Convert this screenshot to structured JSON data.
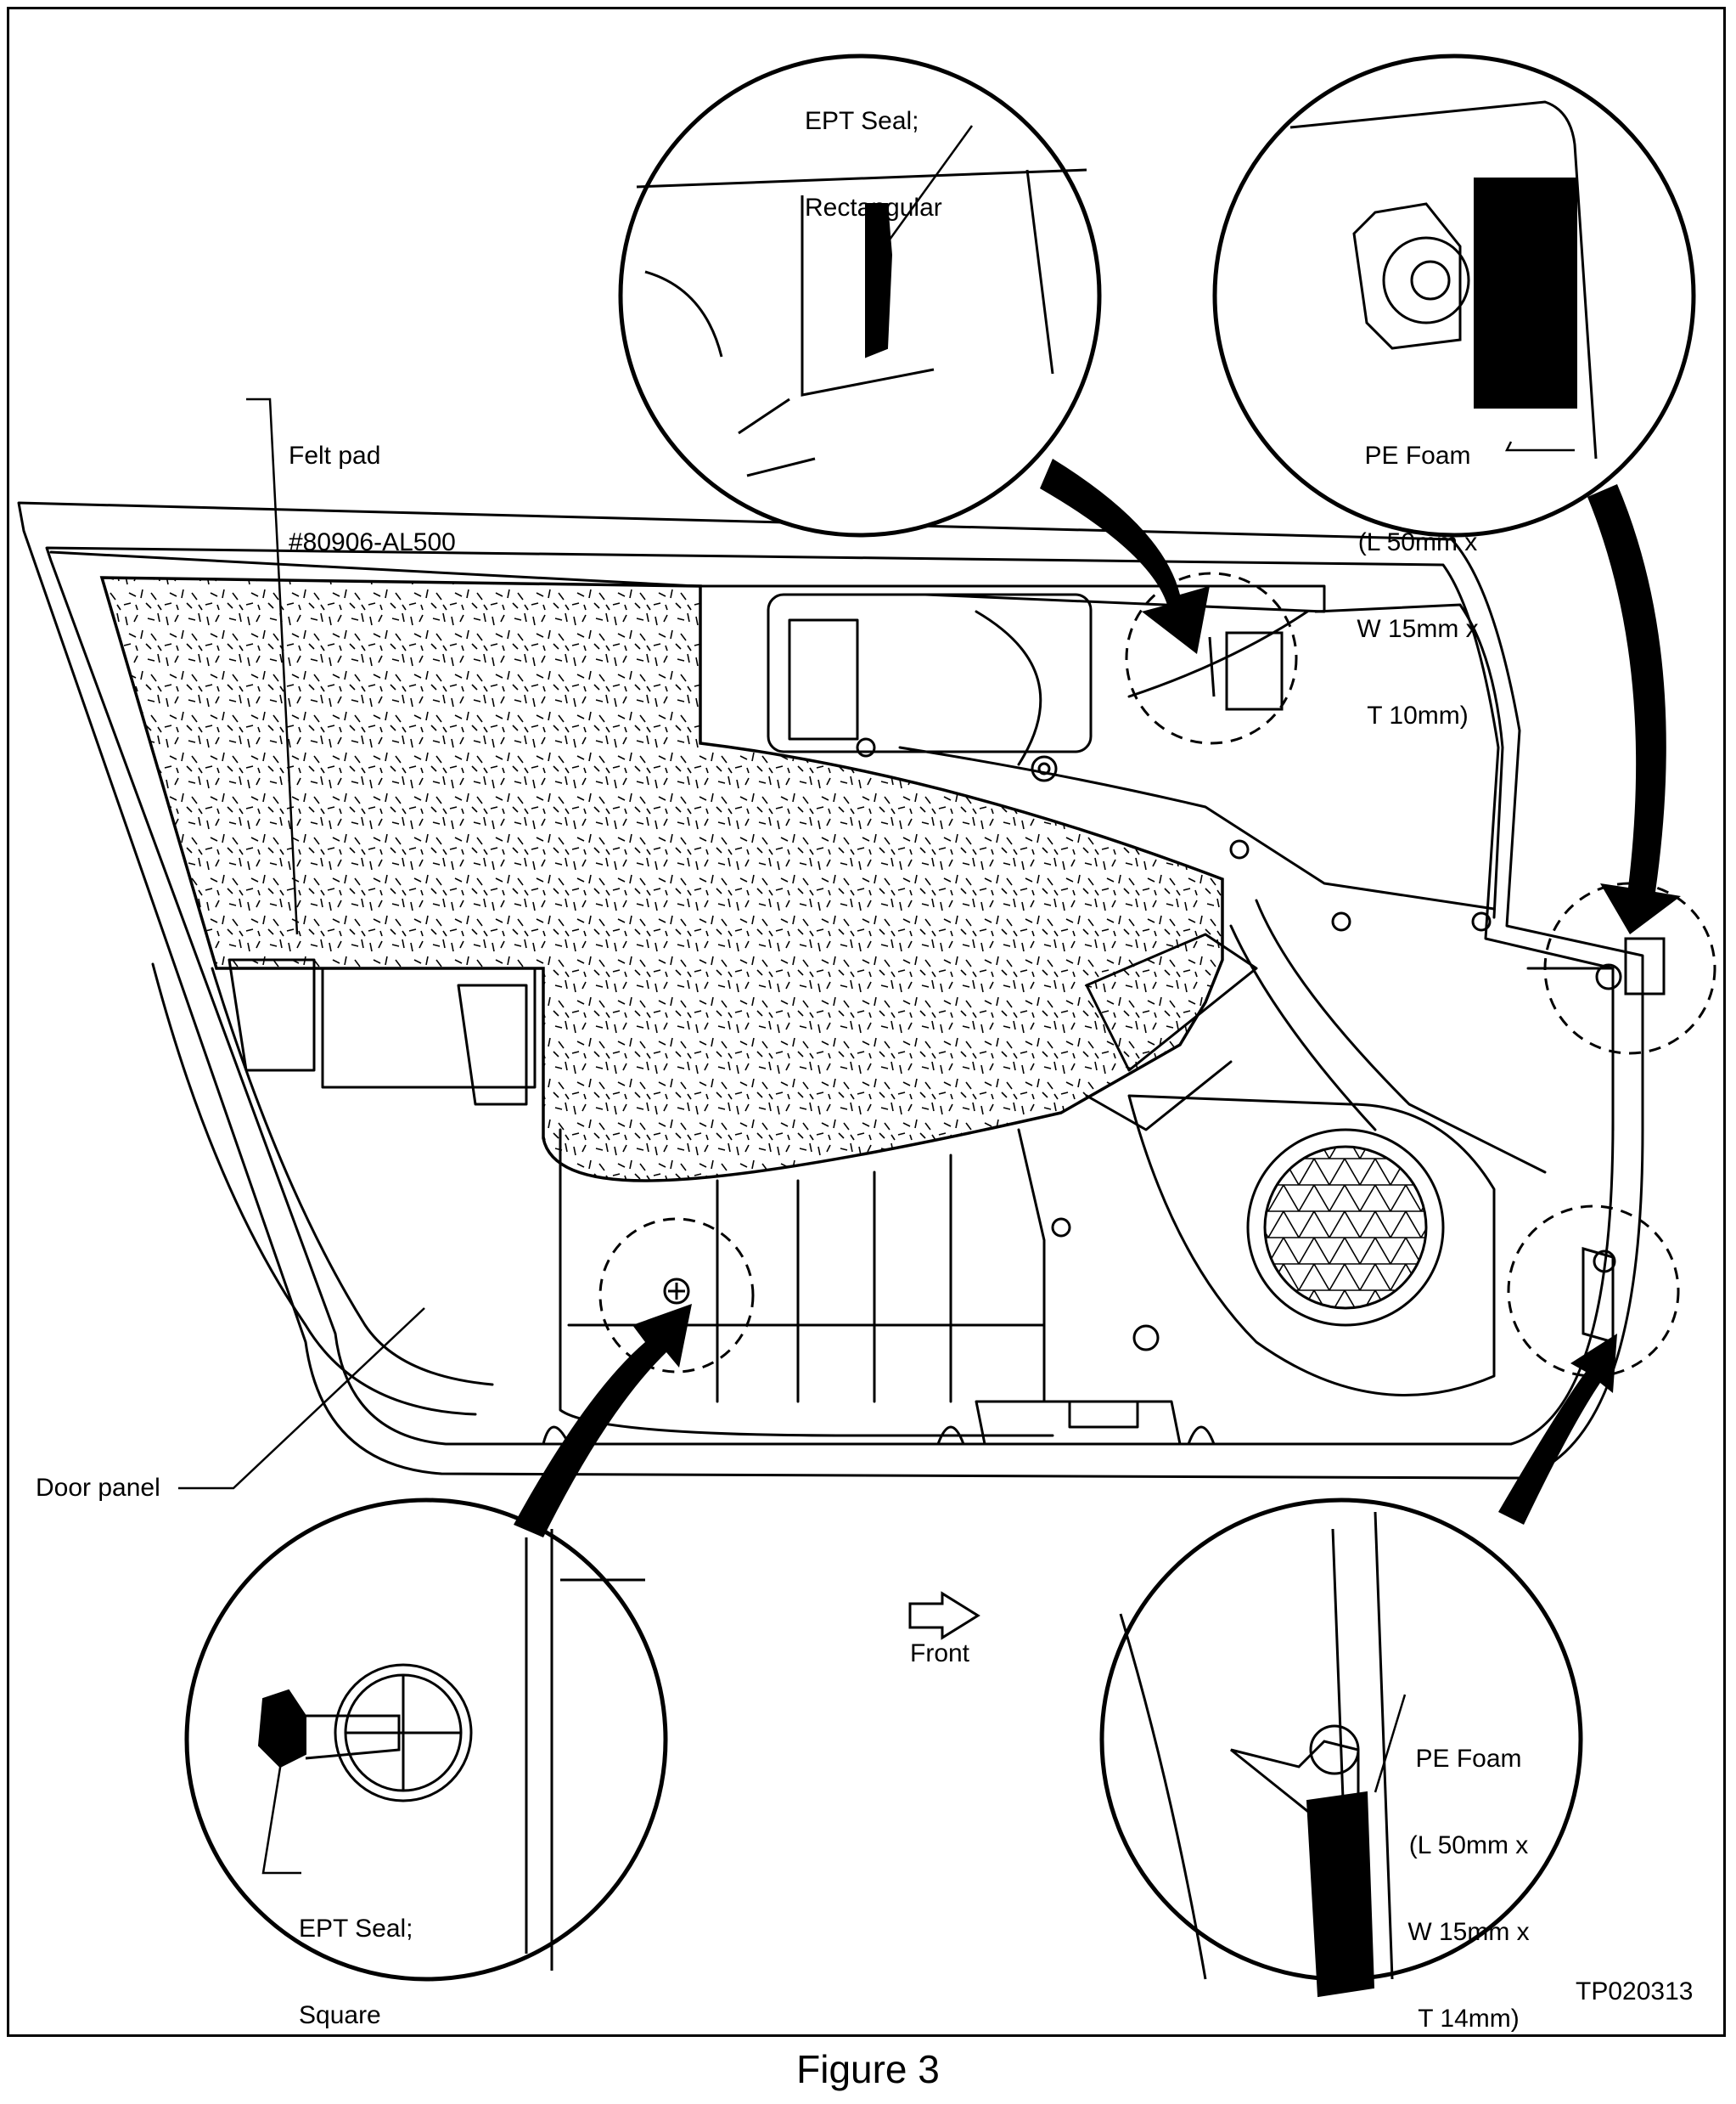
{
  "labels": {
    "ept_rect": [
      "EPT Seal;",
      "Rectangular"
    ],
    "felt_pad": [
      "Felt pad",
      "#80906-AL500"
    ],
    "pe_foam_top": [
      "PE Foam",
      "(L 50mm x",
      "W 15mm x",
      "T 10mm)"
    ],
    "door_panel": "Door panel",
    "front": "Front",
    "pe_foam_bottom": [
      "PE Foam",
      "(L 50mm x",
      "W 15mm x",
      "T 14mm)"
    ],
    "ept_square": [
      "EPT Seal;",
      "Square"
    ]
  },
  "reference_code": "TP020313",
  "caption": "Figure 3",
  "colors": {
    "line": "#000000",
    "background": "#ffffff"
  },
  "icons": [
    "front-arrow-icon"
  ]
}
